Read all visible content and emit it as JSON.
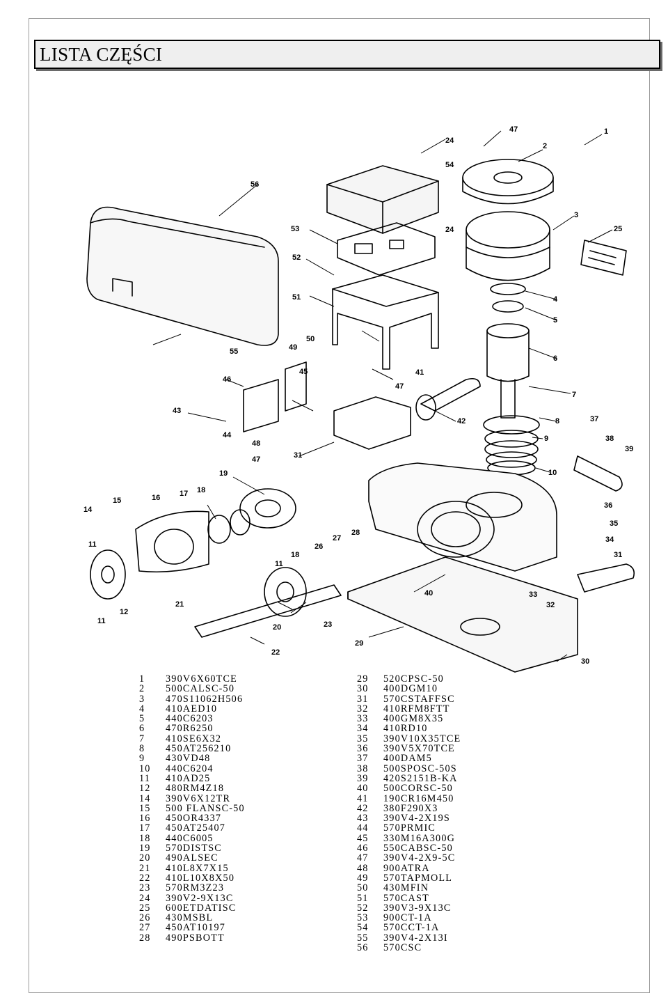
{
  "header": {
    "title": "LISTA CZĘŚCI"
  },
  "diagram_labels": [
    "1",
    "2",
    "3",
    "4",
    "5",
    "6",
    "7",
    "8",
    "9",
    "10",
    "11",
    "11",
    "11",
    "12",
    "14",
    "15",
    "16",
    "17",
    "18",
    "18",
    "19",
    "20",
    "21",
    "22",
    "23",
    "24",
    "24",
    "25",
    "26",
    "27",
    "28",
    "29",
    "30",
    "31",
    "31",
    "32",
    "33",
    "34",
    "35",
    "36",
    "37",
    "38",
    "39",
    "40",
    "41",
    "42",
    "43",
    "44",
    "45",
    "46",
    "47",
    "47",
    "47",
    "48",
    "49",
    "50",
    "51",
    "52",
    "53",
    "54",
    "55",
    "56"
  ],
  "parts_left": [
    {
      "num": "1",
      "code": "390V6X60TCE"
    },
    {
      "num": "2",
      "code": "500CALSC-50"
    },
    {
      "num": "3",
      "code": "470S11062H506"
    },
    {
      "num": "4",
      "code": "410AED10"
    },
    {
      "num": "5",
      "code": "440C6203"
    },
    {
      "num": "6",
      "code": "470R6250"
    },
    {
      "num": "7",
      "code": "410SE6X32"
    },
    {
      "num": "8",
      "code": "450AT256210"
    },
    {
      "num": "9",
      "code": "430VD48"
    },
    {
      "num": "10",
      "code": "440C6204"
    },
    {
      "num": "11",
      "code": "410AD25"
    },
    {
      "num": "12",
      "code": "480RM4Z18"
    },
    {
      "num": "14",
      "code": "390V6X12TR"
    },
    {
      "num": "15",
      "code": "500 FLANSC-50"
    },
    {
      "num": "16",
      "code": "450OR4337"
    },
    {
      "num": "17",
      "code": "450AT25407"
    },
    {
      "num": "18",
      "code": "440C6005"
    },
    {
      "num": "19",
      "code": "570DISTSC"
    },
    {
      "num": "20",
      "code": "490ALSEC"
    },
    {
      "num": "21",
      "code": "410L8X7X15"
    },
    {
      "num": "22",
      "code": "410L10X8X50"
    },
    {
      "num": "23",
      "code": "570RM3Z23"
    },
    {
      "num": "24",
      "code": "390V2-9X13C"
    },
    {
      "num": "25",
      "code": "600ETDATISC"
    },
    {
      "num": "26",
      "code": "430MSBL"
    },
    {
      "num": "27",
      "code": "450AT10197"
    },
    {
      "num": "28",
      "code": "490PSBOTT"
    }
  ],
  "parts_right": [
    {
      "num": "29",
      "code": "520CPSC-50"
    },
    {
      "num": "30",
      "code": "400DGM10"
    },
    {
      "num": "31",
      "code": "570CSTAFFSC"
    },
    {
      "num": "32",
      "code": "410RFM8FTT"
    },
    {
      "num": "33",
      "code": "400GM8X35"
    },
    {
      "num": "34",
      "code": "410RD10"
    },
    {
      "num": "35",
      "code": "390V10X35TCE"
    },
    {
      "num": "36",
      "code": "390V5X70TCE"
    },
    {
      "num": "37",
      "code": "400DAM5"
    },
    {
      "num": "38",
      "code": "500SPOSC-50S"
    },
    {
      "num": "39",
      "code": "420S2151B-KA"
    },
    {
      "num": "40",
      "code": "500CORSC-50"
    },
    {
      "num": "41",
      "code": "190CR16M450"
    },
    {
      "num": "42",
      "code": "380F290X3"
    },
    {
      "num": "43",
      "code": "390V4-2X19S"
    },
    {
      "num": "44",
      "code": "570PRMIC"
    },
    {
      "num": "45",
      "code": "330M16A300G"
    },
    {
      "num": "46",
      "code": "550CABSC-50"
    },
    {
      "num": "47",
      "code": "390V4-2X9-5C"
    },
    {
      "num": "48",
      "code": "900ATRA"
    },
    {
      "num": "49",
      "code": "570TAPMOLL"
    },
    {
      "num": "50",
      "code": "430MFIN"
    },
    {
      "num": "51",
      "code": "570CAST"
    },
    {
      "num": "52",
      "code": "390V3-9X13C"
    },
    {
      "num": "53",
      "code": "900CT-1A"
    },
    {
      "num": "54",
      "code": "570CCT-1A"
    },
    {
      "num": "55",
      "code": "390V4-2X13I"
    },
    {
      "num": "56",
      "code": "570CSC"
    }
  ]
}
